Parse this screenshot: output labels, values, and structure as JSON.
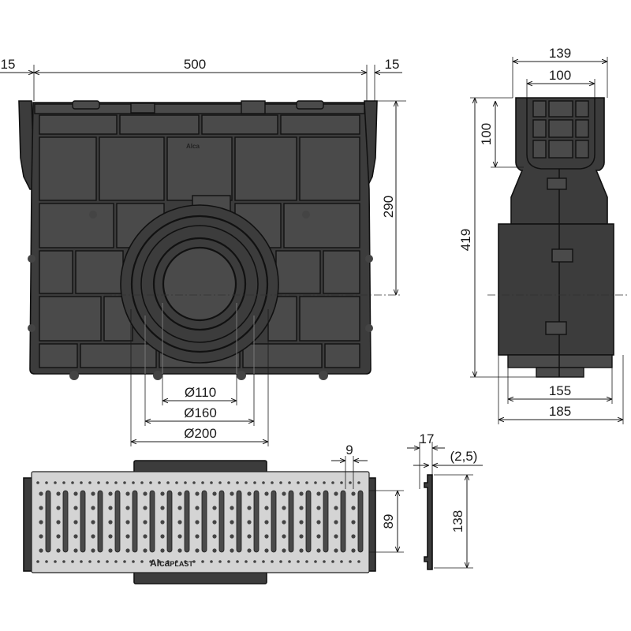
{
  "brand": {
    "logo_text": "Alca",
    "logo_sub": "PLAST"
  },
  "front_view": {
    "dims": {
      "left_margin": "15",
      "width": "500",
      "right_margin": "15",
      "height_to_axis": "290",
      "d110": "Ø110",
      "d160": "Ø160",
      "d200": "Ø200"
    }
  },
  "side_view": {
    "dims": {
      "top_outer": "139",
      "top_inner": "100",
      "top_depth": "100",
      "total_height": "419",
      "bottom_inner": "155",
      "bottom_outer": "185"
    }
  },
  "grate_view": {
    "dims": {
      "slot_gap": "9",
      "slot_height": "89"
    }
  },
  "grate_section": {
    "dims": {
      "thickness": "17",
      "sheet": "(2,5)",
      "width": "138"
    }
  },
  "colors": {
    "body": "#3c3c3c",
    "grate": "#d4d4d4",
    "line": "#1a1a1a"
  }
}
